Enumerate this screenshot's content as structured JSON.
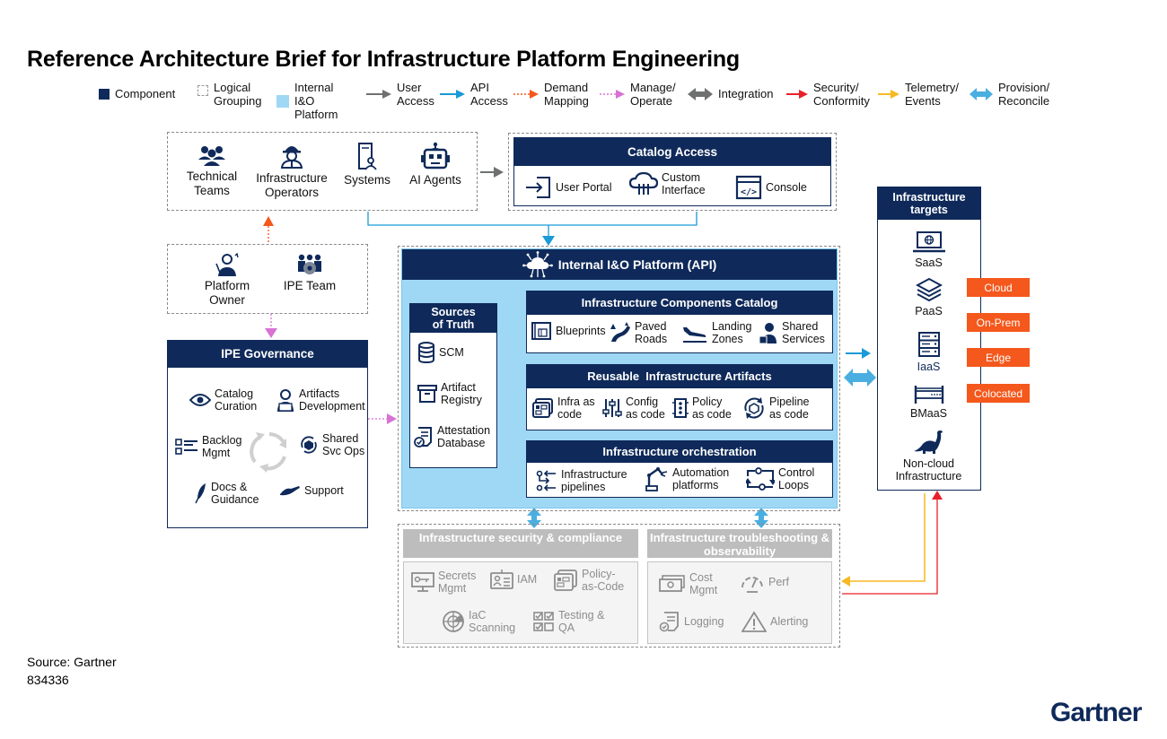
{
  "title": "Reference Architecture Brief for Infrastructure Platform Engineering",
  "legend": [
    {
      "key": "component",
      "label": "Component"
    },
    {
      "key": "logical",
      "label": "Logical Grouping"
    },
    {
      "key": "ioplatform",
      "label": "Internal I&O Platform"
    },
    {
      "key": "user-access",
      "label": "User Access"
    },
    {
      "key": "api-access",
      "label": "API Access"
    },
    {
      "key": "demand-mapping",
      "label": "Demand Mapping"
    },
    {
      "key": "manage-operate",
      "label": "Manage/ Operate"
    },
    {
      "key": "integration",
      "label": "Integration"
    },
    {
      "key": "security",
      "label": "Security/ Conformity"
    },
    {
      "key": "telemetry",
      "label": "Telemetry/ Events"
    },
    {
      "key": "provision",
      "label": "Provision/ Reconcile"
    }
  ],
  "consumers": {
    "items": [
      {
        "label": "Technical Teams",
        "icon": "team-icon"
      },
      {
        "label": "Infrastructure Operators",
        "icon": "operator-icon"
      },
      {
        "label": "Systems",
        "icon": "system-icon"
      },
      {
        "label": "AI Agents",
        "icon": "robot-icon"
      }
    ]
  },
  "catalog_access": {
    "title": "Catalog Access",
    "items": [
      {
        "label": "User Portal",
        "icon": "login-icon"
      },
      {
        "label": "Custom Interface",
        "icon": "cloud-interface-icon"
      },
      {
        "label": "Console",
        "icon": "console-icon"
      }
    ]
  },
  "owners": {
    "items": [
      {
        "label": "Platform Owner",
        "icon": "conductor-icon"
      },
      {
        "label": "IPE Team",
        "icon": "team-gear-icon"
      }
    ]
  },
  "governance": {
    "title": "IPE Governance",
    "items": [
      {
        "label": "Catalog Curation",
        "icon": "eye-icon"
      },
      {
        "label": "Artifacts Development",
        "icon": "developer-icon"
      },
      {
        "label": "Backlog Mgmt",
        "icon": "list-icon"
      },
      {
        "label": "Shared Svc Ops",
        "icon": "cube-cycle-icon"
      },
      {
        "label": "Docs & Guidance",
        "icon": "quill-icon"
      },
      {
        "label": "Support",
        "icon": "hand-icon"
      }
    ]
  },
  "platform": {
    "title": "Internal I&O Platform (API)",
    "sources_of_truth": {
      "title": "Sources of Truth",
      "items": [
        {
          "label": "SCM",
          "icon": "database-icon"
        },
        {
          "label": "Artifact Registry",
          "icon": "archive-icon"
        },
        {
          "label": "Attestation Database",
          "icon": "certificate-icon"
        }
      ]
    },
    "components_catalog": {
      "title": "Infrastructure Components Catalog",
      "items": [
        {
          "label": "Blueprints",
          "icon": "blueprint-icon"
        },
        {
          "label": "Paved Roads",
          "icon": "road-icon"
        },
        {
          "label": "Landing Zones",
          "icon": "plane-landing-icon"
        },
        {
          "label": "Shared Services",
          "icon": "service-agent-icon"
        }
      ]
    },
    "reusable_artifacts": {
      "title": "Reusable  Infrastructure Artifacts",
      "items": [
        {
          "label": "Infra as code",
          "icon": "infra-code-icon"
        },
        {
          "label": "Config as code",
          "icon": "sliders-icon"
        },
        {
          "label": "Policy as code",
          "icon": "policy-chip-icon"
        },
        {
          "label": "Pipeline as code",
          "icon": "pipeline-cycle-icon"
        }
      ]
    },
    "orchestration": {
      "title": "Infrastructure orchestration",
      "items": [
        {
          "label": "Infrastructure pipelines",
          "icon": "pipeline-icon"
        },
        {
          "label": "Automation platforms",
          "icon": "robot-arm-icon"
        },
        {
          "label": "Control Loops",
          "icon": "loop-icon"
        }
      ]
    }
  },
  "security": {
    "title": "Infrastructure security & compliance",
    "items": [
      {
        "label": "Secrets Mgmt",
        "icon": "key-monitor-icon"
      },
      {
        "label": "IAM",
        "icon": "id-badge-icon"
      },
      {
        "label": "Policy-as-Code",
        "icon": "policy-doc-icon"
      },
      {
        "label": "IaC Scanning",
        "icon": "radar-icon"
      },
      {
        "label": "Testing & QA",
        "icon": "checkbox-icon"
      }
    ]
  },
  "observability": {
    "title": "Infrastructure troubleshooting & observability",
    "items": [
      {
        "label": "Cost Mgmt",
        "icon": "money-icon"
      },
      {
        "label": "Perf",
        "icon": "gauge-icon"
      },
      {
        "label": "Logging",
        "icon": "log-doc-icon"
      },
      {
        "label": "Alerting",
        "icon": "warning-icon"
      }
    ]
  },
  "targets": {
    "title": "Infrastructure targets",
    "items": [
      {
        "label": "SaaS",
        "icon": "laptop-globe-icon"
      },
      {
        "label": "PaaS",
        "icon": "layers-icon"
      },
      {
        "label": "IaaS",
        "icon": "server-icon"
      },
      {
        "label": "BMaaS",
        "icon": "rack-icon"
      },
      {
        "label": "Non-cloud Infrastructure",
        "icon": "dinosaur-icon"
      }
    ],
    "locations": [
      "Cloud",
      "On-Prem",
      "Edge",
      "Colocated"
    ]
  },
  "colors": {
    "navy": "#0f2a5a",
    "platform_blue": "#9fd8f5",
    "api_blue": "#1a9ad6",
    "provision_blue": "#4aaee0",
    "gray_arrow": "#6f7070",
    "demand_red": "#f4581c",
    "manage_pink": "#d872d4",
    "security_red": "#e8212b",
    "telemetry_yellow": "#f7b924",
    "tag_orange": "#f4581c"
  },
  "footer": {
    "source": "Source: Gartner",
    "doc_id": "834336",
    "brand": "Gartner"
  }
}
